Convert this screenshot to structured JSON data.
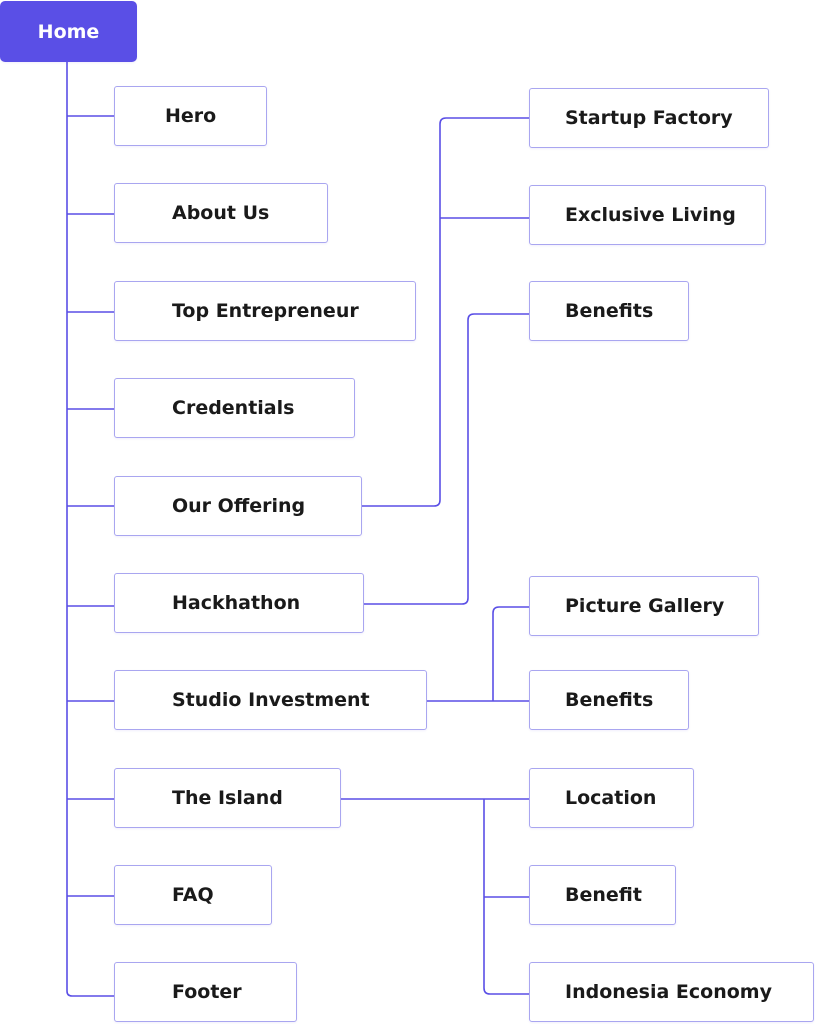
{
  "root": {
    "label": "Home"
  },
  "sections": [
    {
      "label": "Hero",
      "children": []
    },
    {
      "label": "About Us",
      "children": []
    },
    {
      "label": "Top Entrepreneur",
      "children": []
    },
    {
      "label": "Credentials",
      "children": []
    },
    {
      "label": "Our Offering",
      "children": [
        "Startup Factory",
        "Exclusive Living"
      ]
    },
    {
      "label": "Hackhathon",
      "children": [
        "Benefits"
      ]
    },
    {
      "label": "Studio Investment",
      "children": [
        "Picture Gallery",
        "Benefits"
      ]
    },
    {
      "label": "The Island",
      "children": [
        "Location",
        "Benefit",
        "Indonesia Economy"
      ]
    },
    {
      "label": "FAQ",
      "children": []
    },
    {
      "label": "Footer",
      "children": []
    }
  ],
  "colors": {
    "accent": "#5a4fe6",
    "node_border": "#a9a6f0",
    "node_text": "#1a1a1a",
    "background": "#ffffff"
  }
}
